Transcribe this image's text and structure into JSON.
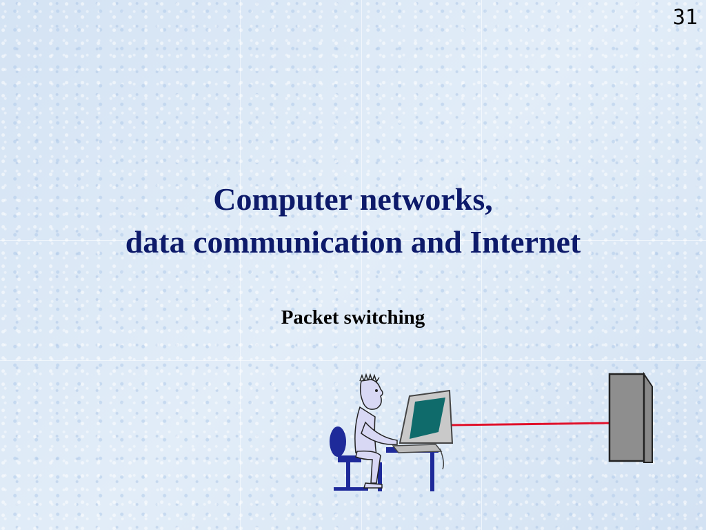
{
  "slide": {
    "number": "31",
    "title_line1": "Computer networks,",
    "title_line2": "data communication and Internet",
    "subtitle": "Packet switching"
  },
  "illustration": {
    "person_icon": "person-at-computer-icon",
    "computer_icon": "computer-monitor-icon",
    "server_icon": "server-tower-icon",
    "link_color": "#e0102a",
    "title_color": "#0d1a6a"
  }
}
